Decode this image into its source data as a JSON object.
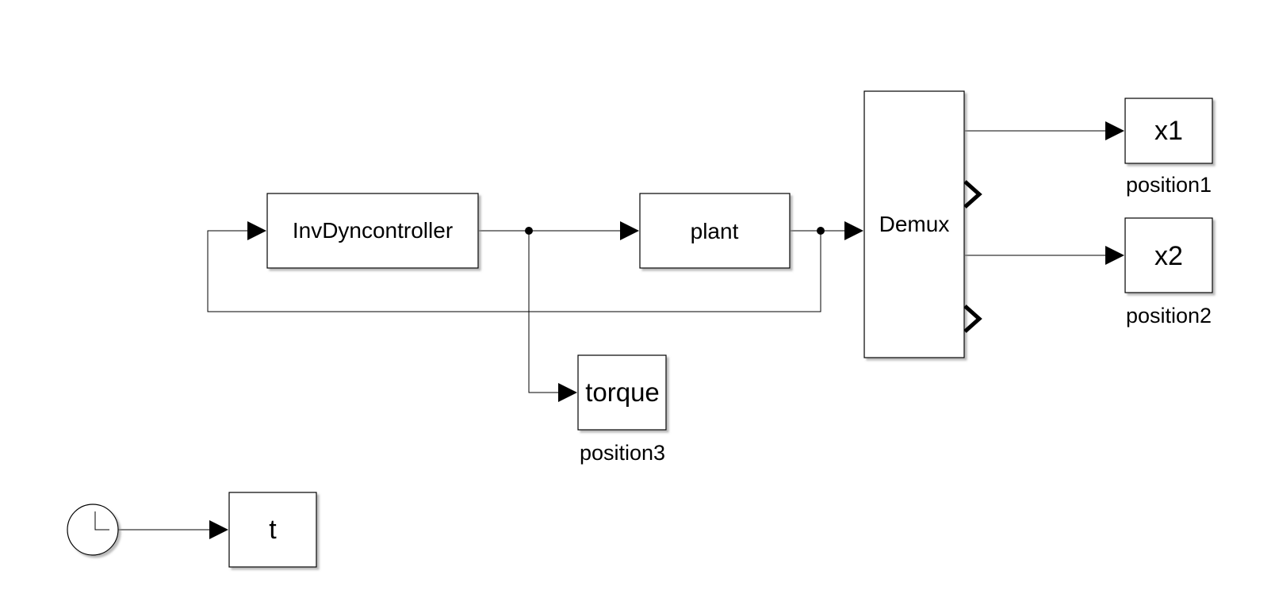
{
  "diagram": {
    "blocks": {
      "controller": {
        "label": "InvDyncontroller"
      },
      "plant": {
        "label": "plant"
      },
      "demux": {
        "label": "Demux"
      },
      "x1": {
        "label": "x1",
        "caption": "position1"
      },
      "x2": {
        "label": "x2",
        "caption": "position2"
      },
      "torque": {
        "label": "torque",
        "caption": "position3"
      },
      "t": {
        "label": "t"
      },
      "clock": {
        "label": ""
      }
    },
    "colors": {
      "line": "#000000",
      "block_fill": "#ffffff",
      "shadow": "#8c8c8c"
    }
  }
}
